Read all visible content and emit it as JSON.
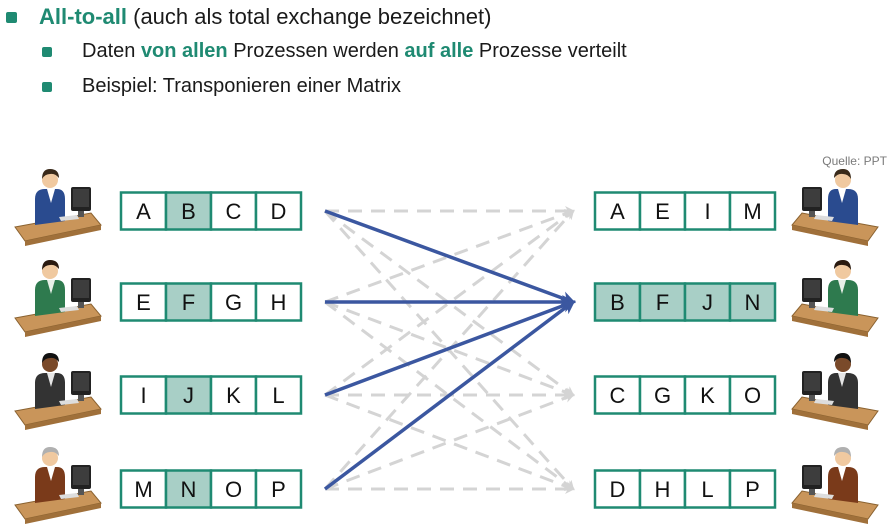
{
  "bullets": {
    "title_bold": "All-to-all",
    "title_rest": "(auch als total exchange bezeichnet)",
    "line1_a": "Daten ",
    "line1_b": "von allen",
    "line1_c": " Prozessen werden ",
    "line1_d": "auf alle",
    "line1_e": " Prozesse verteilt",
    "line2": "Beispiel: Transponieren einer Matrix"
  },
  "source": "Quelle: PPT",
  "left_rows": [
    [
      "A",
      "B",
      "C",
      "D"
    ],
    [
      "E",
      "F",
      "G",
      "H"
    ],
    [
      "I",
      "J",
      "K",
      "L"
    ],
    [
      "M",
      "N",
      "O",
      "P"
    ]
  ],
  "right_rows": [
    [
      "A",
      "E",
      "I",
      "M"
    ],
    [
      "B",
      "F",
      "J",
      "N"
    ],
    [
      "C",
      "G",
      "K",
      "O"
    ],
    [
      "D",
      "H",
      "L",
      "P"
    ]
  ],
  "highlight": {
    "left_column": 1,
    "right_row": 1
  },
  "colors": {
    "accent": "#1f8a72",
    "cell_border": "#1f8a72",
    "cell_highlight": "#a8cfc6",
    "arrow_active": "#3b57a0",
    "arrow_dashed": "#d4d4d4"
  },
  "icons": [
    "person-at-computer-icon"
  ]
}
